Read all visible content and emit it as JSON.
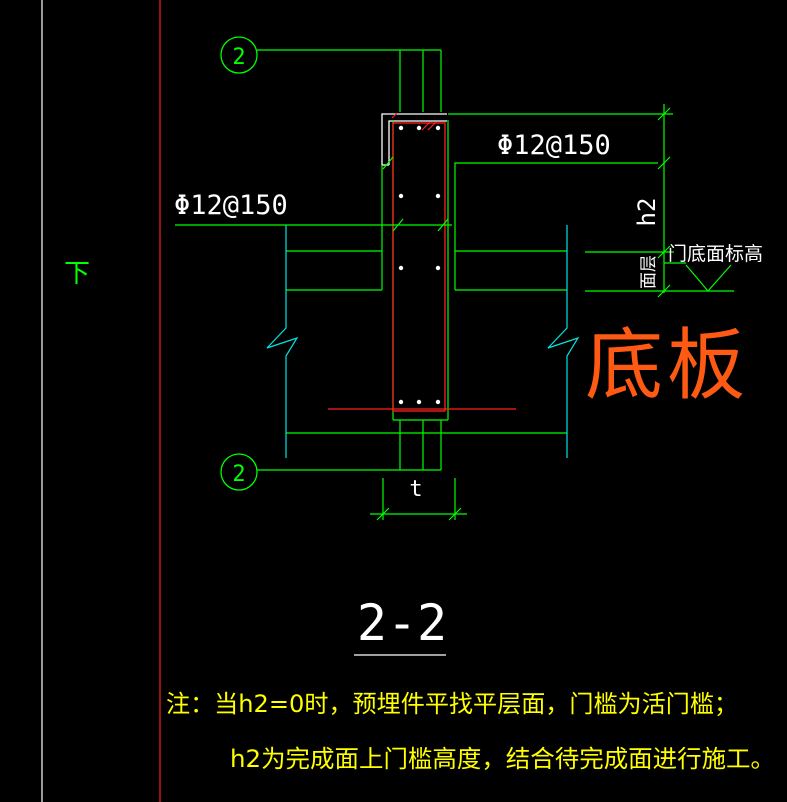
{
  "section_marker": {
    "number": "2"
  },
  "rebar_top_label": "Φ12@150",
  "rebar_left_label": "Φ12@150",
  "dimension_h2": "h2",
  "dimension_surface_label": "面层",
  "dimension_t": "t",
  "door_bottom_label": "门底面标高",
  "direction_label": "下",
  "handwritten_note": "底板",
  "section_title": "2-2",
  "notes": {
    "line1": "注：当h2=0时，预埋件平找平层面，门槛为活门槛；",
    "line2": "h2为完成面上门槛高度，结合待完成面进行施工。"
  },
  "colors": {
    "background": "#000000",
    "white": "#ffffff",
    "green": "#00ff00",
    "cyan": "#00e5e5",
    "red": "#ff2020",
    "yellow": "#ffff00",
    "orange": "#ff5a14"
  }
}
